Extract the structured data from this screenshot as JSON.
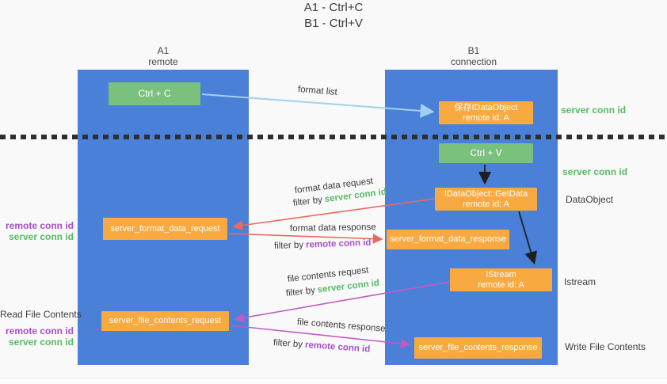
{
  "title": {
    "line1": "A1 - Ctrl+C",
    "line2": "B1 - Ctrl+V"
  },
  "lanes": {
    "left": {
      "name": "A1",
      "role": "remote"
    },
    "right": {
      "name": "B1",
      "role": "connection"
    }
  },
  "nodes": {
    "ctrl_c": "Ctrl + C",
    "ctrl_v": "Ctrl + V",
    "save_dataobject": {
      "line1": "保存IDataObject",
      "line2": "remote id: A"
    },
    "getdata": {
      "line1": "IDataObject::GetData",
      "line2": "remote id: A"
    },
    "istream": {
      "line1": "IStream",
      "line2": "remote id: A"
    },
    "format_request": "server_format_data_request",
    "format_response": "server_format_data_response",
    "file_request": "server_file_contents_request",
    "file_response": "server_file_contents_response"
  },
  "flow_labels": {
    "format_list": "format list",
    "format_data_request": "format data request",
    "format_data_request_filter_prefix": "filter by",
    "format_data_request_filter_key": "server conn id",
    "format_data_response": "format data response",
    "format_data_response_filter_prefix": "filter by",
    "format_data_response_filter_key": "remote conn id",
    "file_contents_request": "file contents request",
    "file_contents_request_filter_prefix": "filter by",
    "file_contents_request_filter_key": "server conn id",
    "file_contents_response": "file contents response",
    "file_contents_response_filter_prefix": "filter by",
    "file_contents_response_filter_key": "remote conn id"
  },
  "annotations": {
    "server_conn_id_top": "server conn id",
    "server_conn_id_mid": "server conn id",
    "dataobject": "DataObject",
    "istream": "Istream",
    "write_file_contents": "Write File Contents",
    "read_file_contents": "Read File Contents",
    "mid_left_remote": "remote conn id",
    "mid_left_server": "server conn id",
    "bottom_left_remote": "remote conn id",
    "bottom_left_server": "server conn id"
  },
  "colors": {
    "background": "#f9f9f9",
    "lane_blue": "#4a80d8",
    "node_green": "#79c17c",
    "node_orange": "#f8a93f",
    "arrow_lightblue": "#a3d0ef",
    "arrow_red": "#e96a60",
    "arrow_magenta": "#c05cc2",
    "arrow_black": "#1f1f1f",
    "text_green": "#56bb63",
    "text_purple": "#a74fc6",
    "label_dark": "#3a3a3a"
  }
}
